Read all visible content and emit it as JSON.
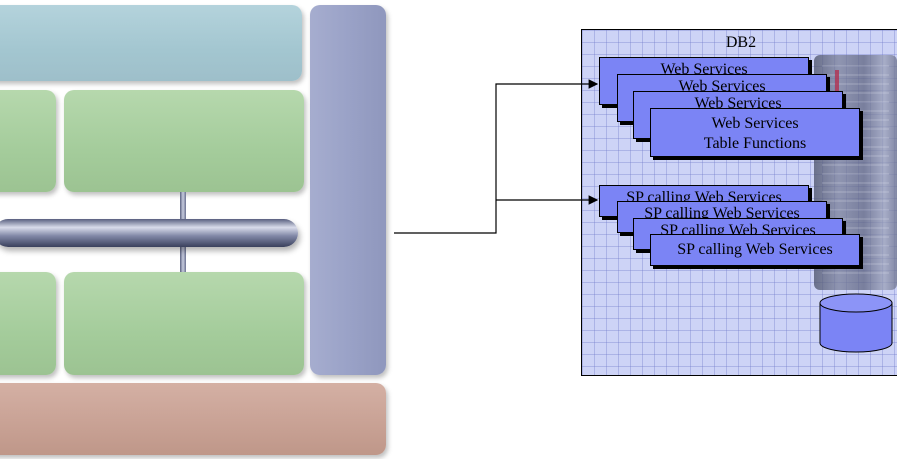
{
  "db2_panel": {
    "title": "DB2",
    "web_services_cards": [
      {
        "line1": "Web Services",
        "line2": ""
      },
      {
        "line1": "Web Services",
        "line2": ""
      },
      {
        "line1": "Web Services",
        "line2": ""
      },
      {
        "line1": "Web Services",
        "line2": "Table Functions"
      }
    ],
    "sp_cards": [
      {
        "label": "SP calling Web Services"
      },
      {
        "label": "SP calling Web Services"
      },
      {
        "label": "SP calling Web Services"
      },
      {
        "label": "SP calling Web Services"
      }
    ]
  },
  "colors": {
    "card_fill": "#7b84f5",
    "db2_background": "#cdd3f6",
    "top_bar": "#a3c6d0",
    "side_bar": "#9aa2c7",
    "bottom_bar": "#c8a194",
    "green_boxes": "#a4cc9b"
  },
  "icons": [
    "server-icon",
    "database-cylinder-icon",
    "pipe-bus-icon"
  ]
}
